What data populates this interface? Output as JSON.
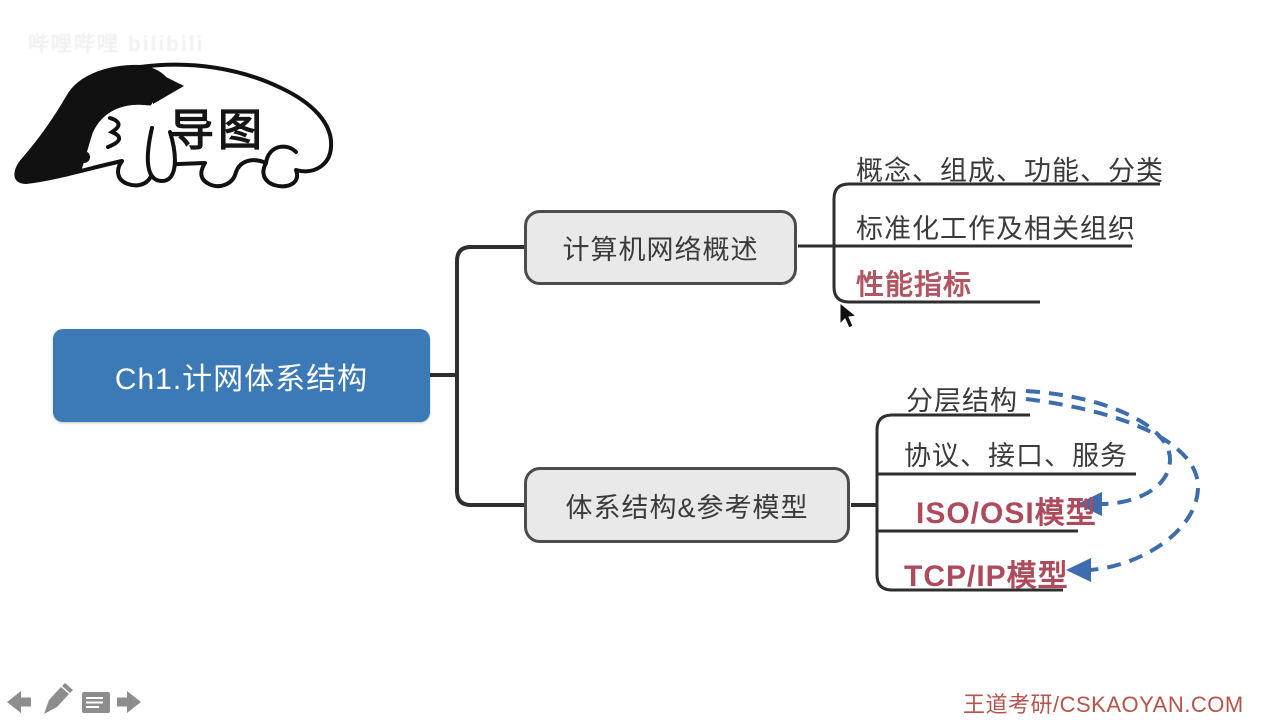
{
  "watermark_top": {
    "text": "哔哩哔哩 bilibili"
  },
  "doodle": {
    "label": "导图",
    "description": "cartoon-person-lying-down"
  },
  "mindmap": {
    "line_color": "#2e2e2e",
    "root": {
      "label": "Ch1.计网体系结构",
      "bg_color": "#3b79b7",
      "text_color": "#ffffff"
    },
    "branches": [
      {
        "label": "计算机网络概述",
        "bg_color": "#e9e9e9",
        "children": [
          {
            "label": "概念、组成、功能、分类",
            "color": "#3a3a3a",
            "emphasis": false
          },
          {
            "label": "标准化工作及相关组织",
            "color": "#3a3a3a",
            "emphasis": false
          },
          {
            "label": "性能指标",
            "color": "#b25663",
            "emphasis": true
          }
        ]
      },
      {
        "label": "体系结构&参考模型",
        "bg_color": "#e9e9e9",
        "children": [
          {
            "label": "分层结构",
            "color": "#3a3a3a",
            "emphasis": false
          },
          {
            "label": "协议、接口、服务",
            "color": "#3a3a3a",
            "emphasis": false
          },
          {
            "label": "ISO/OSI模型",
            "color": "#ad4b5c",
            "emphasis": true
          },
          {
            "label": "TCP/IP模型",
            "color": "#ad4b5c",
            "emphasis": true
          }
        ]
      }
    ],
    "annotation_arrows": {
      "color": "#3e6cad",
      "style": "dashed",
      "from": "分层结构",
      "to": [
        "ISO/OSI模型",
        "TCP/IP模型"
      ]
    }
  },
  "toolbar": {
    "color": "#8d8d8d",
    "icons": [
      "back-arrow",
      "pencil",
      "notes",
      "forward-arrow"
    ]
  },
  "watermark_bottom": {
    "text": "王道考研/CSKAOYAN.COM",
    "color": "#b5544a"
  }
}
